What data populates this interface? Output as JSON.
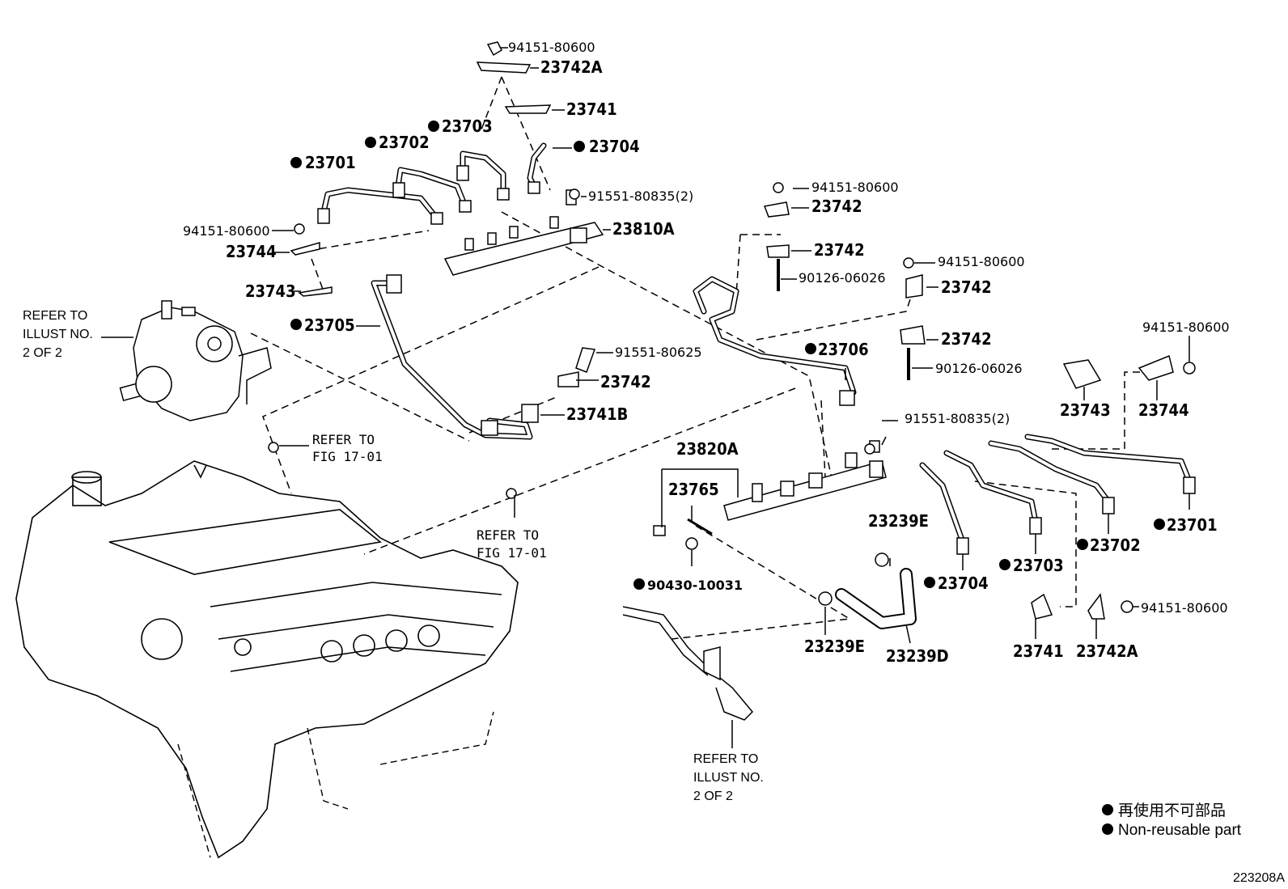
{
  "diagram": {
    "labels": [
      {
        "text": "94151-80600",
        "non_reusable": false
      },
      {
        "text": "23742A",
        "non_reusable": false
      },
      {
        "text": "23741",
        "non_reusable": false
      },
      {
        "text": "23703",
        "non_reusable": true
      },
      {
        "text": "23702",
        "non_reusable": true
      },
      {
        "text": "23704",
        "non_reusable": true
      },
      {
        "text": "23701",
        "non_reusable": true
      },
      {
        "text": "91551-80835(2)",
        "non_reusable": false
      },
      {
        "text": "94151-80600",
        "non_reusable": false
      },
      {
        "text": "23810A",
        "non_reusable": false
      },
      {
        "text": "23744",
        "non_reusable": false
      },
      {
        "text": "23743",
        "non_reusable": false
      },
      {
        "text": "23705",
        "non_reusable": true
      },
      {
        "text": "91551-80625",
        "non_reusable": false
      },
      {
        "text": "23742",
        "non_reusable": false
      },
      {
        "text": "23741B",
        "non_reusable": false
      },
      {
        "text": "23820A",
        "non_reusable": false
      },
      {
        "text": "23765",
        "non_reusable": false
      },
      {
        "text": "90430-10031",
        "non_reusable": true
      },
      {
        "text": "94151-80600",
        "non_reusable": false
      },
      {
        "text": "23742",
        "non_reusable": false
      },
      {
        "text": "23742",
        "non_reusable": false
      },
      {
        "text": "90126-06026",
        "non_reusable": false
      },
      {
        "text": "94151-80600",
        "non_reusable": false
      },
      {
        "text": "23742",
        "non_reusable": false
      },
      {
        "text": "23742",
        "non_reusable": false
      },
      {
        "text": "90126-06026",
        "non_reusable": false
      },
      {
        "text": "23706",
        "non_reusable": true
      },
      {
        "text": "91551-80835(2)",
        "non_reusable": false
      },
      {
        "text": "23239E",
        "non_reusable": false
      },
      {
        "text": "23704",
        "non_reusable": true
      },
      {
        "text": "23239E",
        "non_reusable": false
      },
      {
        "text": "23239D",
        "non_reusable": false
      },
      {
        "text": "23703",
        "non_reusable": true
      },
      {
        "text": "23702",
        "non_reusable": true
      },
      {
        "text": "23701",
        "non_reusable": true
      },
      {
        "text": "94151-80600",
        "non_reusable": false
      },
      {
        "text": "23743",
        "non_reusable": false
      },
      {
        "text": "23744",
        "non_reusable": false
      },
      {
        "text": "23741",
        "non_reusable": false
      },
      {
        "text": "23742A",
        "non_reusable": false
      },
      {
        "text": "94151-80600",
        "non_reusable": false
      }
    ],
    "references": {
      "pump_ref": [
        "REFER TO",
        "ILLUST NO.",
        "2 OF 2"
      ],
      "fig_ref_1": [
        "REFER TO",
        "FIG 17-01"
      ],
      "fig_ref_2": [
        "REFER TO",
        "FIG 17-01"
      ],
      "bracket_ref": [
        "REFER TO",
        "ILLUST NO.",
        "2 OF 2"
      ]
    },
    "legend": {
      "japanese": "再使用不可部品",
      "english": "Non-reusable part"
    },
    "illustration_code": "223208A"
  }
}
